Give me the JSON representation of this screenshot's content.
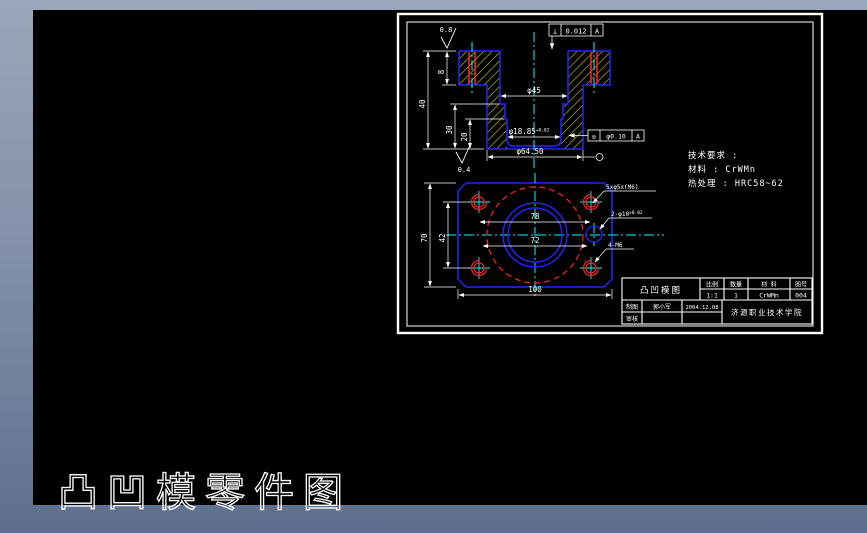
{
  "main_title": "凸凹模零件图",
  "tech": {
    "l1": "技术要求 :",
    "l2": "材料 : CrWMn",
    "l3": "热处理 : HRC58~62"
  },
  "section": {
    "dim_8": "8",
    "dim_40": "40",
    "dim_30": "30",
    "dim_20": "20",
    "dim_bore": "φ45",
    "dim_hole": "φ18.85",
    "dim_hole_tol": "+0.02",
    "dim_outer": "φ64.50",
    "fcf_top_sym": "⊥",
    "fcf_top_val": "0.012",
    "fcf_top_datum": "A",
    "fcf_right_sym": "◎",
    "fcf_right_val": "φ0.10",
    "fcf_right_datum": "A",
    "rough_top": "0.8",
    "rough_bottom": "0.4"
  },
  "plan": {
    "dim_78": "78",
    "dim_72": "72",
    "dim_100": "100",
    "dim_70": "70",
    "dim_42": "42",
    "callout_counterbore": "5xφ5x(M6)",
    "callout_dowel": "2-φ10",
    "callout_dowel_tol": "+0.02",
    "callout_tapped": "4-M6"
  },
  "title_block": {
    "part_name": "凸凹模图",
    "h_scale": "比例",
    "h_qty": "数量",
    "h_material": "材 料",
    "h_dwgno": "图号",
    "v_scale": "1:1",
    "v_qty": "1",
    "v_material": "CrWMn",
    "v_dwgno": "004",
    "draw_label": "制图",
    "check_label": "审核",
    "drafter": "郭小军",
    "date": "2004.12.08",
    "org": "济源职业技术学院"
  },
  "colors": {
    "blue": "#2424ff",
    "red": "#ff2020",
    "cyan": "#00ffff",
    "hatch_yellow": "#c8c800",
    "white": "#ffffff",
    "canvas": "#000000"
  }
}
